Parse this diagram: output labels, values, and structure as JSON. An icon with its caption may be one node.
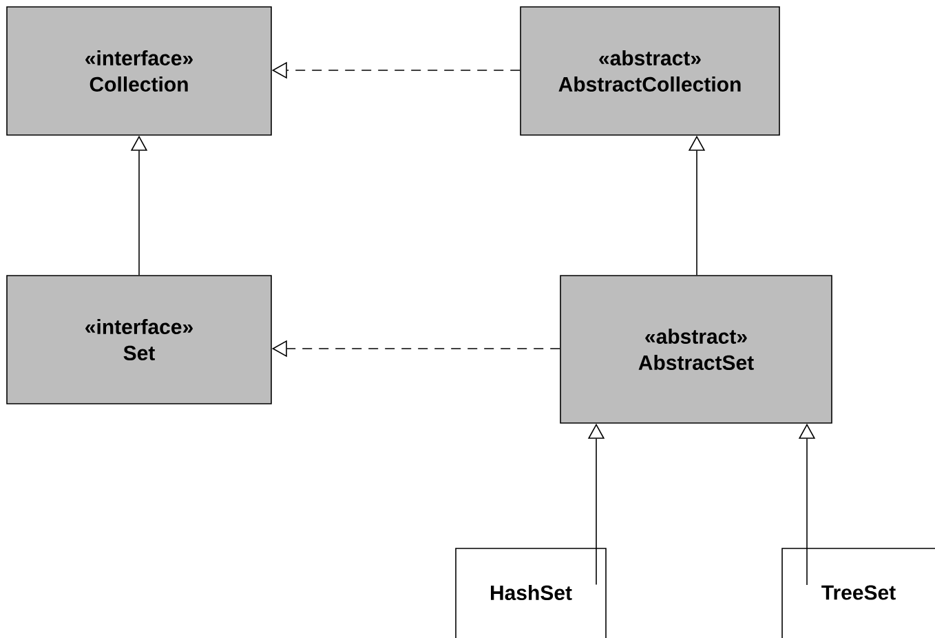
{
  "diagram": {
    "nodes": [
      {
        "text": [
          "«interface»",
          "Collection"
        ]
      },
      {
        "text": [
          "«abstract»",
          "AbstractCollection"
        ]
      },
      {
        "text": [
          "«interface»",
          "Set"
        ]
      },
      {
        "text": [
          "«abstract»",
          "AbstractSet"
        ]
      },
      {
        "text": [
          "HashSet"
        ]
      },
      {
        "text": [
          "TreeSet"
        ]
      }
    ],
    "edges": [
      {
        "from": 1,
        "to": 0,
        "arrow": "to",
        "style": "dashed"
      },
      {
        "from": 2,
        "to": 0,
        "arrow": "to"
      },
      {
        "from": 3,
        "to": 2,
        "arrow": "to",
        "style": "dashed"
      },
      {
        "from": 3,
        "to": 1,
        "arrow": "to"
      },
      {
        "from": 4,
        "to": 3,
        "arrow": "to"
      },
      {
        "from": 5,
        "to": 3,
        "arrow": "to"
      }
    ]
  }
}
